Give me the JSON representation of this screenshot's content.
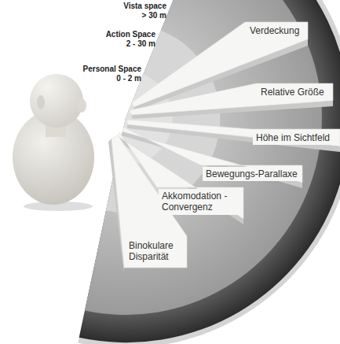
{
  "diagram": {
    "nodes": [
      {
        "text": [
          "Verdeckung"
        ]
      },
      {
        "text": [
          "Relative Größe"
        ]
      },
      {
        "text": [
          "Höhe im Sichtfeld"
        ]
      },
      {
        "text": [
          "Bewegungs-Parallaxe"
        ]
      },
      {
        "text": [
          "Akkomodation - Convergenz"
        ]
      },
      {
        "text": [
          "Binokulare Disparität"
        ]
      }
    ],
    "labels": [
      "Vista space > 30 m",
      "Action Space 2 - 30 m",
      "Personal Space 0 - 2 m"
    ]
  }
}
